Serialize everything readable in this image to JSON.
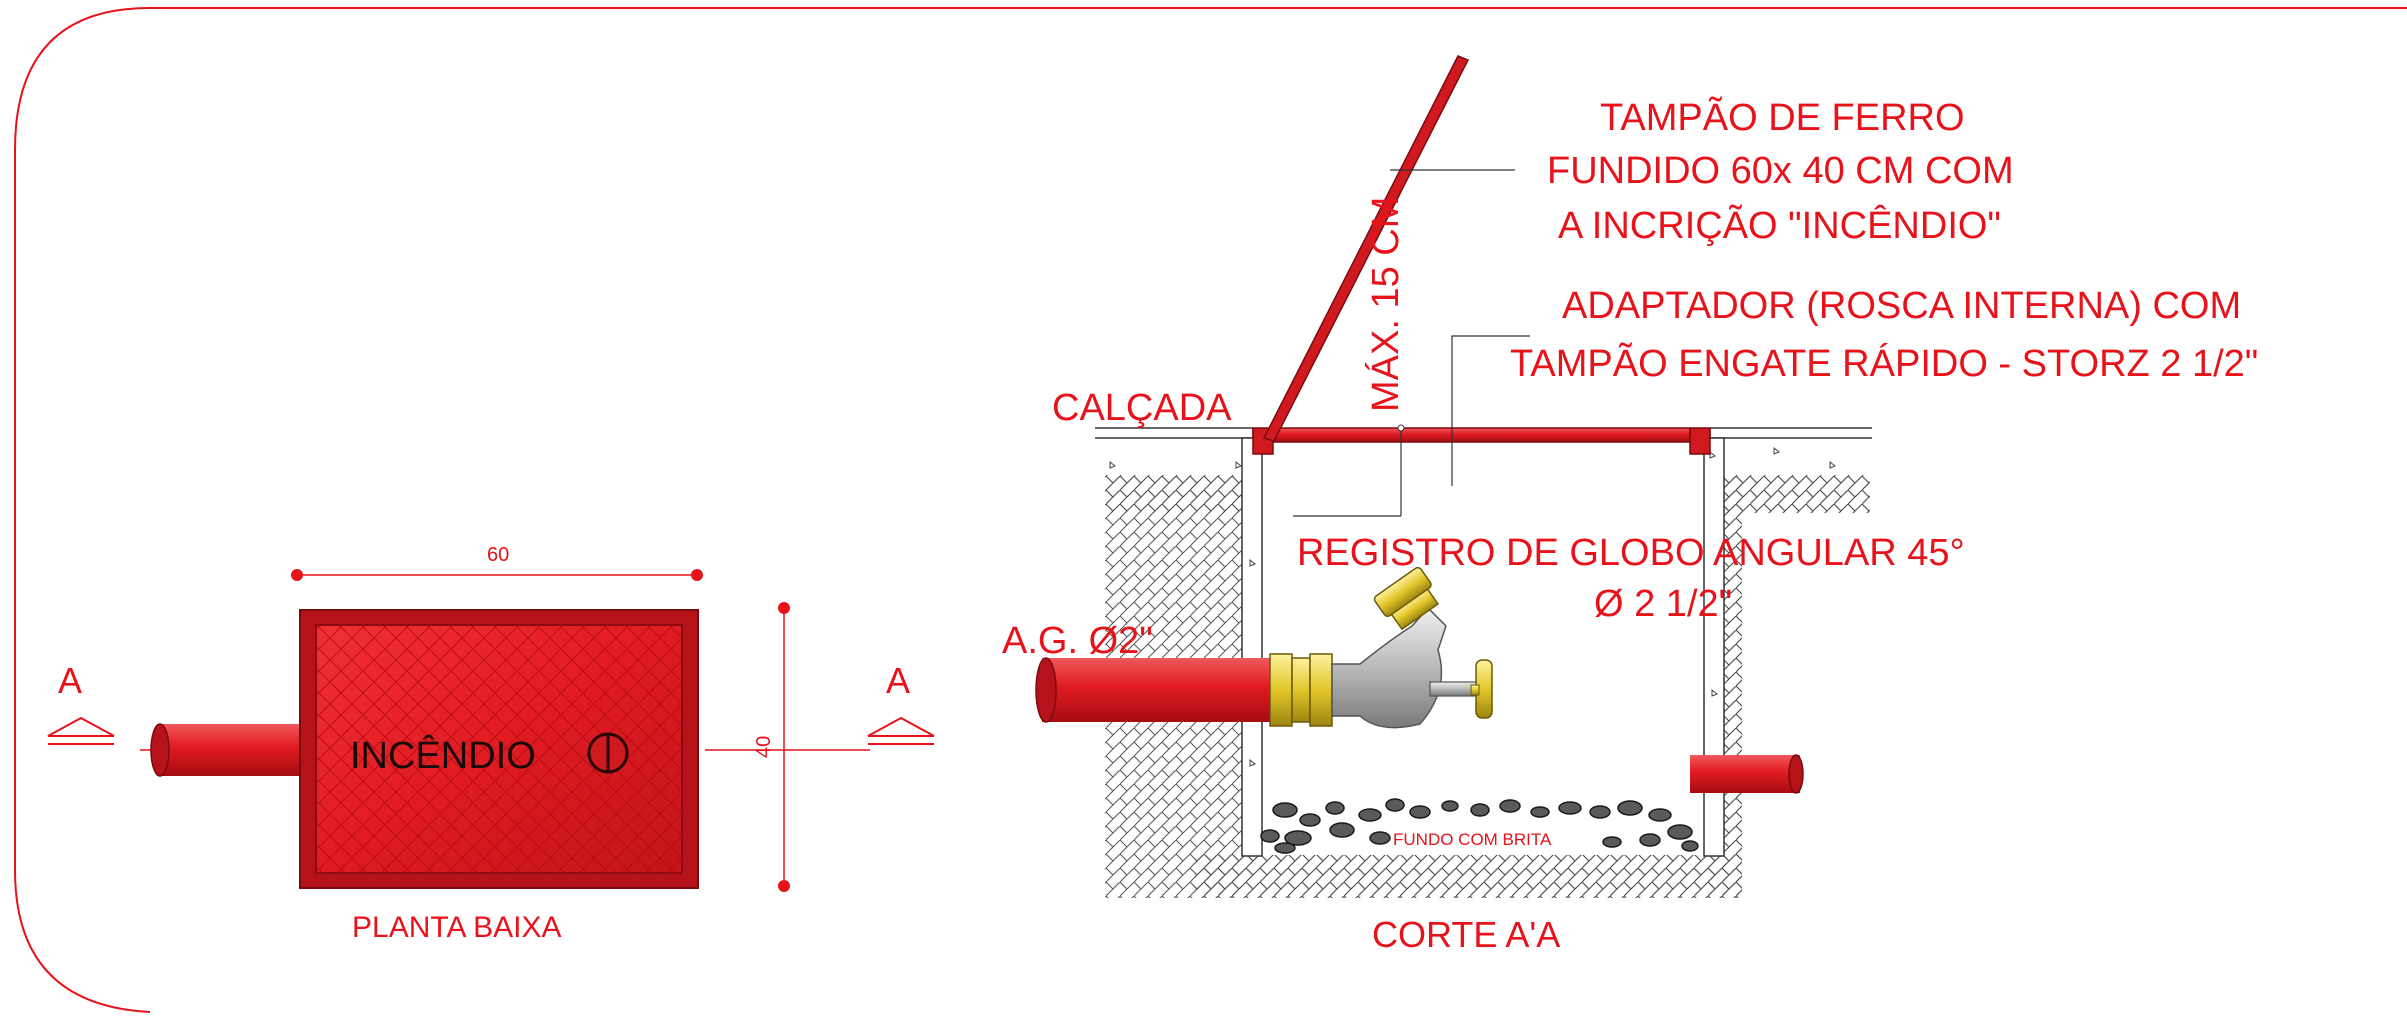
{
  "plan": {
    "title": "PLANTA BAIXA",
    "box_label": "INCÊNDIO",
    "dim_width": "60",
    "dim_height": "40",
    "section_mark": "A"
  },
  "section": {
    "title": "CORTE A'A",
    "calcada": "CALÇADA",
    "max_height": "MÁX. 15 CM",
    "inlet_pipe": "A.G. Ø2\"",
    "valve_line1": "REGISTRO DE GLOBO ANGULAR 45°",
    "valve_line2": "Ø 2 1/2\"",
    "bottom": "FUNDO COM BRITA"
  },
  "notes": {
    "cover_line1": "TAMPÃO DE FERRO",
    "cover_line2": "FUNDIDO 60x 40 CM COM",
    "cover_line3": "A INCRIÇÃO \"INCÊNDIO\"",
    "adapter_line1": "ADAPTADOR (ROSCA INTERNA) COM",
    "adapter_line2": "TAMPÃO  ENGATE RÁPIDO - STORZ  2 1/2\""
  },
  "colors": {
    "annotation": "#e8121a",
    "cover_red": "#e01b22",
    "brass": "#e2c72a",
    "steel": "#b9b9b9"
  }
}
